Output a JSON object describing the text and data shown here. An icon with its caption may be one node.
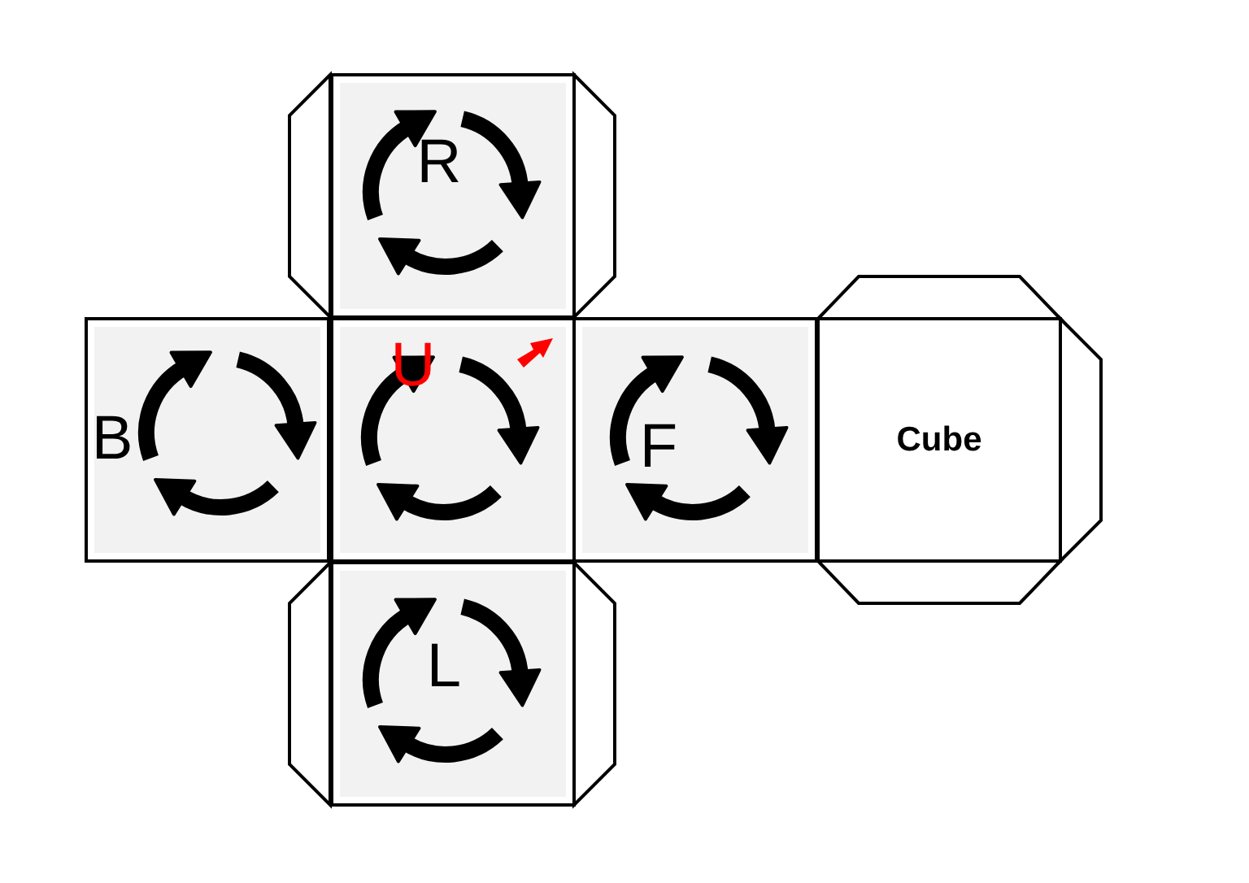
{
  "diagram": {
    "nodes": [
      {
        "text": [],
        "shape": "trapezoid"
      },
      {
        "text": [
          "R"
        ]
      },
      {
        "text": [],
        "shape": "trapezoid"
      },
      {
        "text": [],
        "shape": "trapezoid"
      },
      {
        "text": [
          "B"
        ]
      },
      {
        "text": [
          "U"
        ]
      },
      {
        "text": [
          "F"
        ]
      },
      {
        "text": [
          "Cube"
        ]
      },
      {
        "text": [],
        "shape": "trapezoid"
      },
      {
        "text": [],
        "shape": "trapezoid"
      },
      {
        "text": [],
        "shape": "trapezoid"
      },
      {
        "text": [
          "L"
        ]
      },
      {
        "text": [],
        "shape": "trapezoid"
      }
    ]
  }
}
